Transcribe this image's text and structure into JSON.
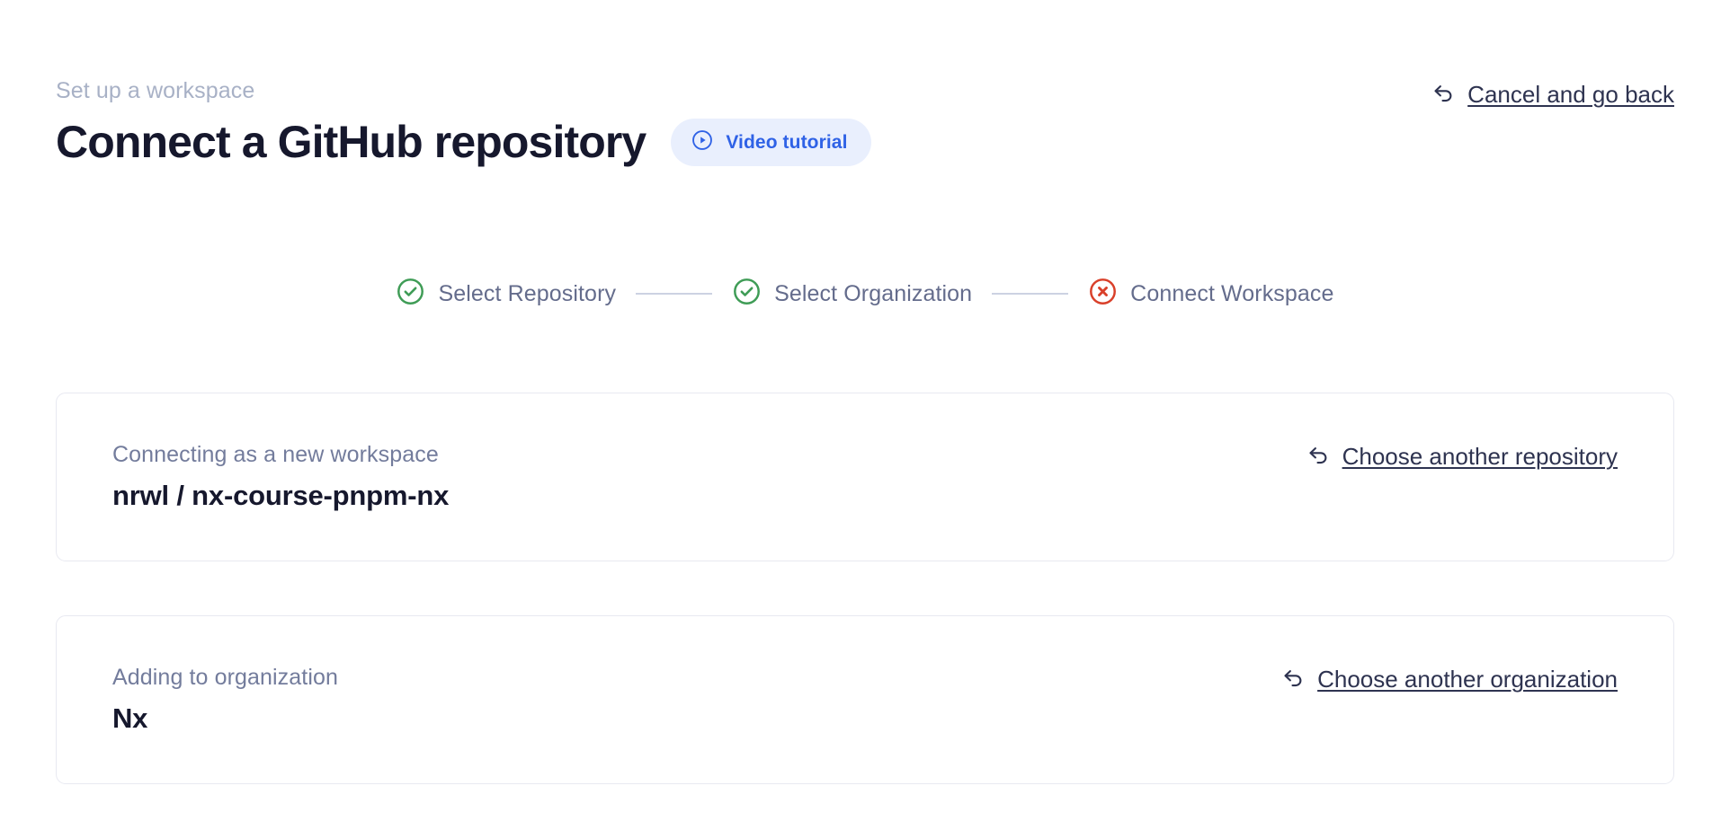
{
  "header": {
    "eyebrow": "Set up a workspace",
    "title": "Connect a GitHub repository",
    "video_badge": {
      "label": "Video tutorial",
      "icon": "play-circle-icon",
      "text_color": "#2f62e6",
      "background_color": "#e9effd"
    },
    "cancel": {
      "label": "Cancel and go back",
      "icon": "undo-arrow-icon"
    }
  },
  "stepper": {
    "connector_color": "#ccd2e2",
    "steps": [
      {
        "label": "Select Repository",
        "state": "complete",
        "icon": "check-circle-icon",
        "color": "#3f9c56"
      },
      {
        "label": "Select Organization",
        "state": "complete",
        "icon": "check-circle-icon",
        "color": "#3f9c56"
      },
      {
        "label": "Connect Workspace",
        "state": "error",
        "icon": "x-circle-icon",
        "color": "#d9402a"
      }
    ]
  },
  "cards": [
    {
      "name": "repository",
      "caption": "Connecting as a new workspace",
      "value_owner": "nrwl / ",
      "value_repo": "nx-course-pnpm-nx",
      "action": {
        "label": "Choose another repository",
        "icon": "undo-arrow-icon"
      }
    },
    {
      "name": "organization",
      "caption": "Adding to organization",
      "value_owner": "Nx",
      "value_repo": "",
      "action": {
        "label": "Choose another organization",
        "icon": "undo-arrow-icon"
      }
    }
  ]
}
